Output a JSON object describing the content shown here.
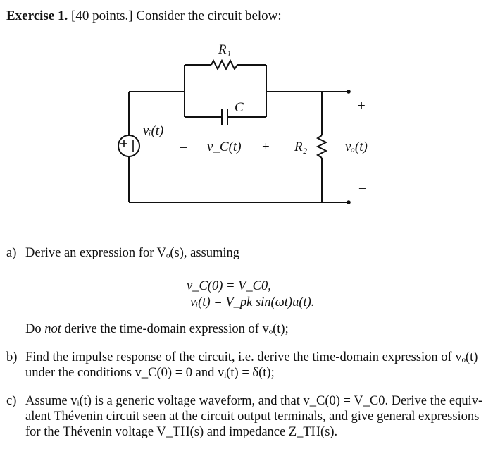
{
  "exercise": {
    "number": "Exercise 1.",
    "points": "[40 points.] Consider the circuit below:"
  },
  "circuit": {
    "labels": {
      "R1": "R₁",
      "C": "C",
      "vi": "vᵢ(t)",
      "vc_minus": "–",
      "vc": "v_C(t)",
      "vc_plus": "+",
      "R2": "R₂",
      "vo": "vₒ(t)",
      "out_plus": "+",
      "out_minus": "–"
    }
  },
  "parts": {
    "a": {
      "marker": "a)",
      "text": "Derive an expression for Vₒ(s), assuming",
      "eq1": "v_C(0) = V_C0,",
      "eq2": "vᵢ(t) = V_pk sin(ωt)u(t).",
      "note_pre": "Do",
      "note_em": "not",
      "note_post": "derive the time-domain expression of vₒ(t);"
    },
    "b": {
      "marker": "b)",
      "line1": "Find the impulse response of the circuit, i.e. derive the time-domain expression of vₒ(t)",
      "line2": "under the conditions v_C(0) = 0 and vᵢ(t) = δ(t);"
    },
    "c": {
      "marker": "c)",
      "line1": "Assume vᵢ(t) is a generic voltage waveform, and that v_C(0) = V_C0. Derive the equiv-",
      "line2": "alent Thévenin circuit seen at the circuit output terminals, and give general expressions",
      "line3": "for the Thévenin voltage V_TH(s) and impedance Z_TH(s)."
    }
  }
}
